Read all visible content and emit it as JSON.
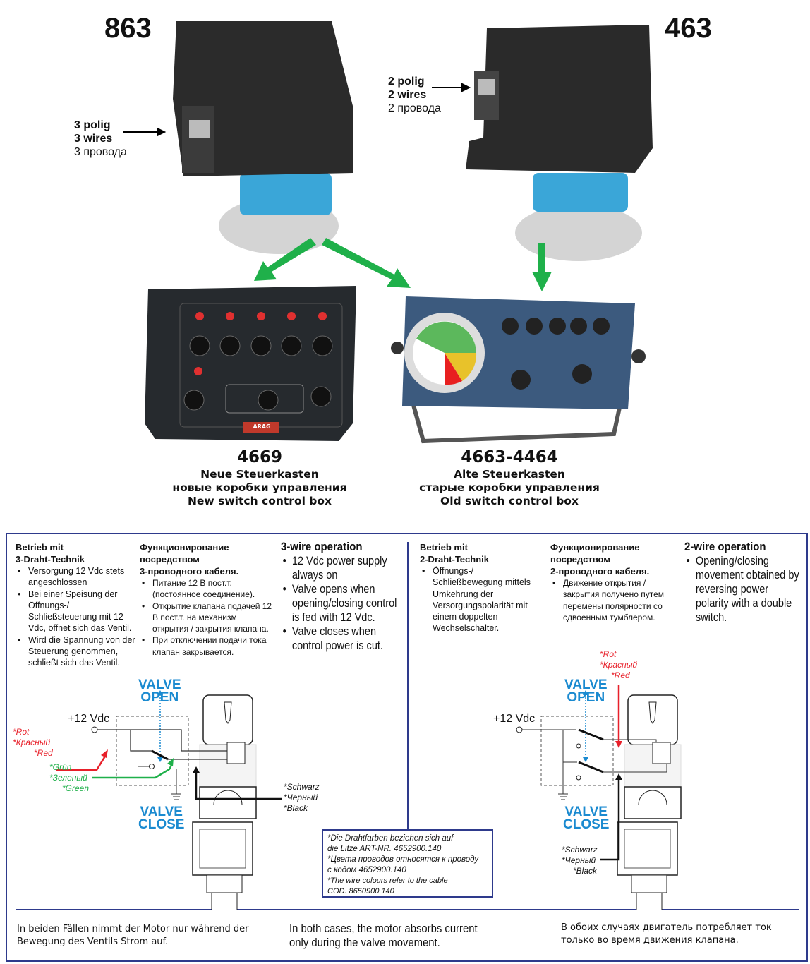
{
  "top": {
    "model_left": "863",
    "model_right": "463",
    "left_wires": [
      "3 polig",
      "3 wires",
      "3 провода"
    ],
    "right_wires": [
      "2 polig",
      "2 wires",
      "2 провода"
    ],
    "box_left": {
      "code": "4669",
      "lines": [
        "Neue Steuerkasten",
        "новые коробки управления",
        "New switch control box"
      ],
      "brand": "ARAG"
    },
    "box_right": {
      "code": "4663-4464",
      "lines": [
        "Alte Steuerkasten",
        "старые коробки управления",
        "Old switch control box"
      ]
    },
    "arrow_color": "#1fb04a"
  },
  "three_wire": {
    "de": {
      "title": [
        "Betrieb mit",
        "3-Draht-Technik"
      ],
      "items": [
        "Versorgung 12 Vdc stets angeschlossen",
        "Bei einer Speisung der Öffnungs-/ Schließsteuerung mit 12 Vdc, öffnet sich das Ventil.",
        "Wird die Spannung von der Steuerung genommen, schließt sich das Ventil."
      ]
    },
    "ru": {
      "title": [
        "Функционирование",
        "посредством",
        "3-проводного кабеля."
      ],
      "items": [
        "Питание 12 В пост.т. (постоянное соединение).",
        "Открытие клапана подачей 12 В пост.т. на механизм открытия / закрытия клапана.",
        "При отключении подачи тока клапан закрывается."
      ]
    },
    "en": {
      "title": "3-wire operation",
      "items": [
        "12 Vdc power supply always on",
        "Valve opens when opening/closing control is fed with 12 Vdc.",
        "Valve closes when control power is cut."
      ]
    },
    "diagram": {
      "valve_open": [
        "VALVE",
        "OPEN"
      ],
      "valve_close": [
        "VALVE",
        "CLOSE"
      ],
      "supply": "+12 Vdc",
      "red": [
        "*Rot",
        "*Красный",
        "*Red"
      ],
      "green": [
        "*Grün",
        "*Зеленый",
        "*Green"
      ],
      "black": [
        "*Schwarz",
        "*Черный",
        "*Black"
      ]
    }
  },
  "two_wire": {
    "de": {
      "title": [
        "Betrieb mit",
        "2-Draht-Technik"
      ],
      "items": [
        "Öffnungs-/ Schließbewegung mittels Umkehrung der Versorgungspolarität mit einem doppelten Wechselschalter."
      ]
    },
    "ru": {
      "title": [
        "Функционирование",
        "посредством",
        "2-проводного кабеля."
      ],
      "items": [
        "Движение открытия / закрытия получено путем перемены полярности со сдвоенным тумблером."
      ]
    },
    "en": {
      "title": "2-wire operation",
      "items": [
        "Opening/closing movement obtained by reversing power polarity with a double switch."
      ]
    },
    "diagram": {
      "valve_open": [
        "VALVE",
        "OPEN"
      ],
      "valve_close": [
        "VALVE",
        "CLOSE"
      ],
      "supply": "+12 Vdc",
      "red": [
        "*Rot",
        "*Красный",
        "*Red"
      ],
      "black": [
        "*Schwarz",
        "*Черный",
        "*Black"
      ]
    }
  },
  "note": [
    "*Die Drahtfarben beziehen sich auf",
    "die Litze ART-NR. 4652900.140",
    "*Цвета проводов относятся к проводу",
    "с кодом 4652900.140",
    "*The wire colours refer to the cable",
    "COD. 8650900.140"
  ],
  "footer": {
    "de": "In beiden Fällen nimmt der Motor nur während der Bewegung des Ventils Strom auf.",
    "en": "In both cases, the motor absorbs current only during the valve movement.",
    "ru": "В обоих случаях двигатель потребляет ток только во время движения клапана."
  },
  "colors": {
    "frame": "#2e3a8c",
    "valve_label": "#1a8ad0",
    "red_wire": "#e8202a",
    "green_wire": "#1fb04a"
  }
}
